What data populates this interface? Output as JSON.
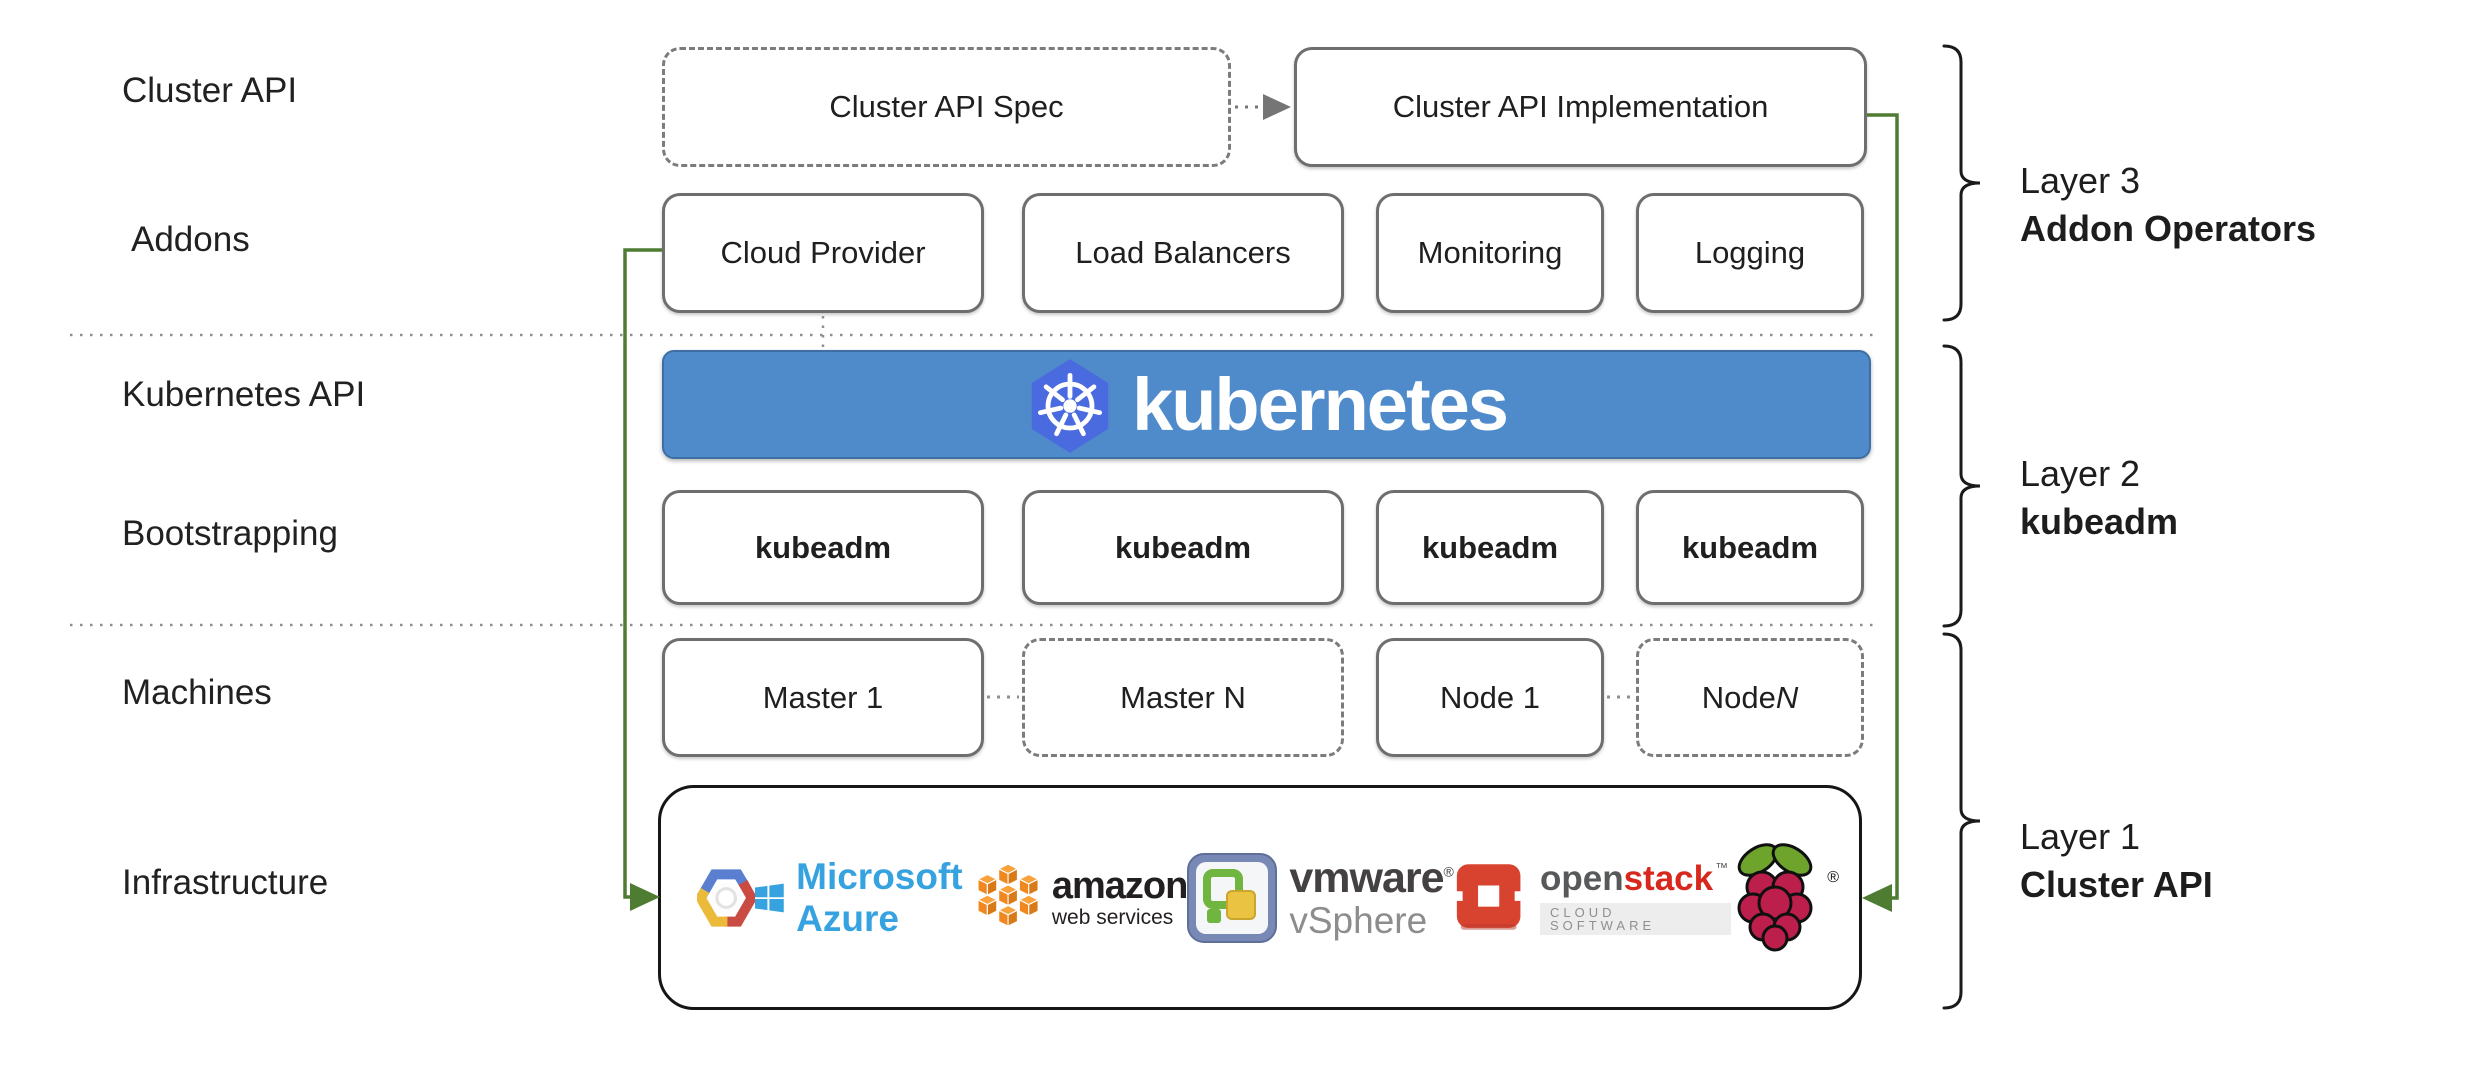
{
  "row_labels": [
    {
      "label": "Cluster API"
    },
    {
      "label": "Addons"
    },
    {
      "label": "Kubernetes API"
    },
    {
      "label": "Bootstrapping"
    },
    {
      "label": "Machines"
    },
    {
      "label": "Infrastructure"
    }
  ],
  "top_row": {
    "spec": "Cluster API Spec",
    "implementation": "Cluster API Implementation"
  },
  "addons": [
    "Cloud Provider",
    "Load Balancers",
    "Monitoring",
    "Logging"
  ],
  "kubernetes_banner": {
    "wordmark": "kubernetes"
  },
  "bootstrapping": [
    "kubeadm",
    "kubeadm",
    "kubeadm",
    "kubeadm"
  ],
  "machines": [
    {
      "prefix": "Master 1",
      "suffix": ""
    },
    {
      "prefix": "Master N",
      "suffix": ""
    },
    {
      "prefix": "Node 1",
      "suffix": ""
    },
    {
      "prefix": "Node ",
      "suffix": "N"
    }
  ],
  "infrastructure": {
    "azure_text": "Microsoft Azure",
    "aws_line1": "amazon",
    "aws_line2": "web services",
    "vmware_line1": "vmware",
    "vmware_reg": "®",
    "vmware_line2": "vSphere",
    "openstack_part1": "open",
    "openstack_part2": "stack",
    "openstack_tm": "™",
    "openstack_sub": "CLOUD SOFTWARE",
    "rpi_reg": "®"
  },
  "layer_annotations": [
    {
      "line1": "Layer 3",
      "line2": "Addon Operators"
    },
    {
      "line1": "Layer 2",
      "line2": "kubeadm"
    },
    {
      "line1": "Layer 1",
      "line2": "Cluster API"
    }
  ],
  "colors": {
    "banner_blue": "#4f8bca",
    "banner_border": "#3d6fa5",
    "k8s_hex_blue": "#4a6be0",
    "flow_green": "#4e7c33",
    "box_border": "#6e6e6e",
    "azure_blue": "#36a3e0",
    "aws_orange": "#f0871f",
    "openstack_red": "#d8432f",
    "gcp_blue": "#5b7fd0",
    "gcp_red": "#c94b41",
    "gcp_yellow": "#ecba3a",
    "rpi_green": "#6fa42c",
    "rpi_crimson": "#bc1f4b"
  }
}
